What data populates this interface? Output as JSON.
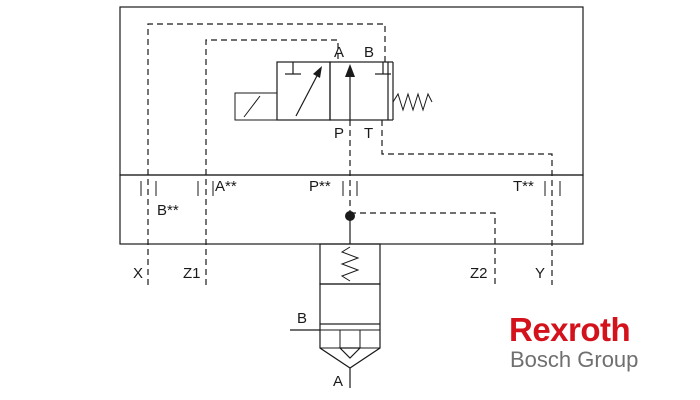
{
  "diagram": {
    "pilot_valve": {
      "port_a": "A",
      "port_b": "B",
      "port_p": "P",
      "port_t": "T"
    },
    "interface": {
      "b_port": "B**",
      "a_port": "A**",
      "p_port": "P**",
      "t_port": "T**"
    },
    "external_ports": {
      "x": "X",
      "z1": "Z1",
      "z2": "Z2",
      "y": "Y"
    },
    "main_valve": {
      "port_b": "B",
      "port_a": "A"
    }
  },
  "brand": {
    "name": "Rexroth",
    "tagline": "Bosch Group",
    "name_color": "#d4121c",
    "tagline_color": "#6f6f6f"
  }
}
